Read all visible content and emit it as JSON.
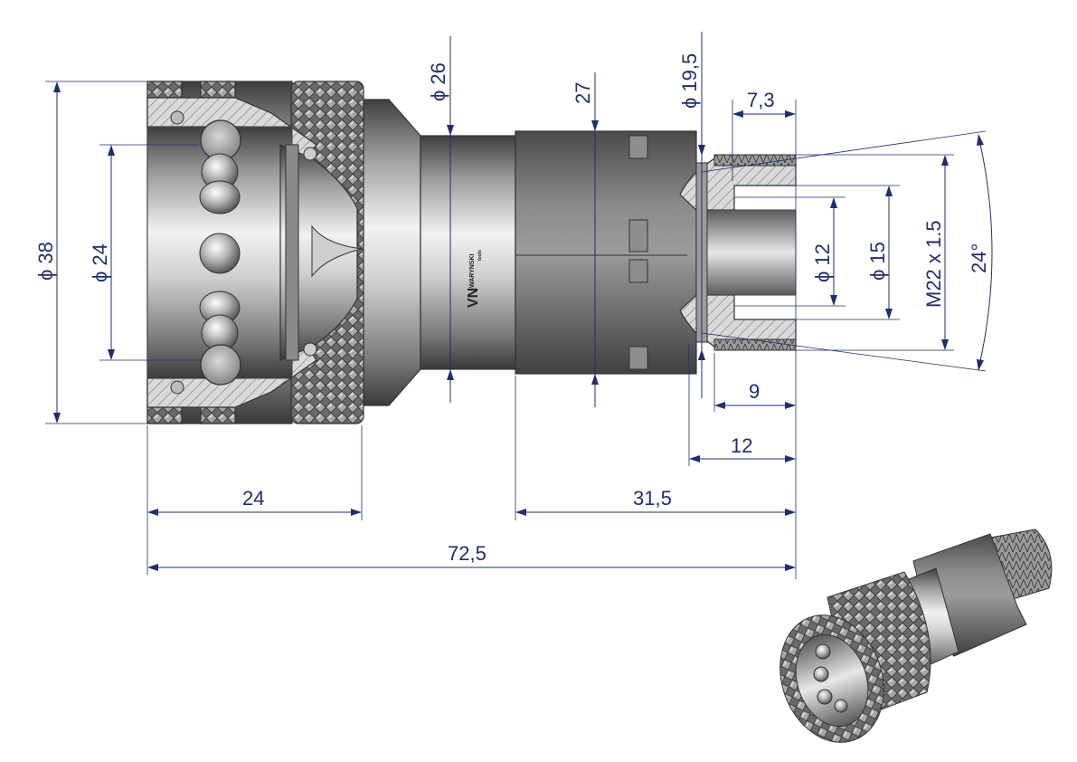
{
  "dimensions": {
    "d38": "ϕ 38",
    "d24": "ϕ 24",
    "d26": "ϕ 26",
    "d27": "27",
    "d19_5": "ϕ 19,5",
    "d7_3": "7,3",
    "d12_dia": "ϕ 12",
    "d15_dia": "ϕ 15",
    "thread": "M22 x 1.5",
    "angle": "24°",
    "len9": "9",
    "len12": "12",
    "len24": "24",
    "len31_5": "31,5",
    "len72_5": "72,5"
  },
  "logo": {
    "mark": "VN",
    "brand": "WARYNSKI",
    "sub": "tools"
  },
  "colors": {
    "dimension": "#1f2e6e",
    "hatch": "#666666",
    "metal_light": "#e2e2e2",
    "metal_dark": "#5a5a5a",
    "hex_body": "#6b6b6b"
  }
}
